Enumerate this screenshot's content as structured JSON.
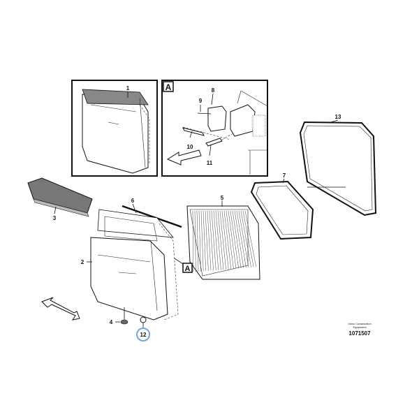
{
  "callouts": {
    "p1": "1",
    "p2": "2",
    "p3": "3",
    "p4": "4",
    "p5": "5",
    "p6": "6",
    "p7": "7",
    "p8": "8",
    "p9": "9",
    "p10": "10",
    "p11": "11",
    "p12": "12",
    "p13": "13"
  },
  "detail_label": "A",
  "detail_ref_label": "A",
  "highlighted_callout": "12",
  "highlight_color": "#6fa8dc",
  "footer": {
    "brand": "Volvo Construction",
    "brand_line2": "Equipment",
    "drawing_number": "1071507"
  }
}
